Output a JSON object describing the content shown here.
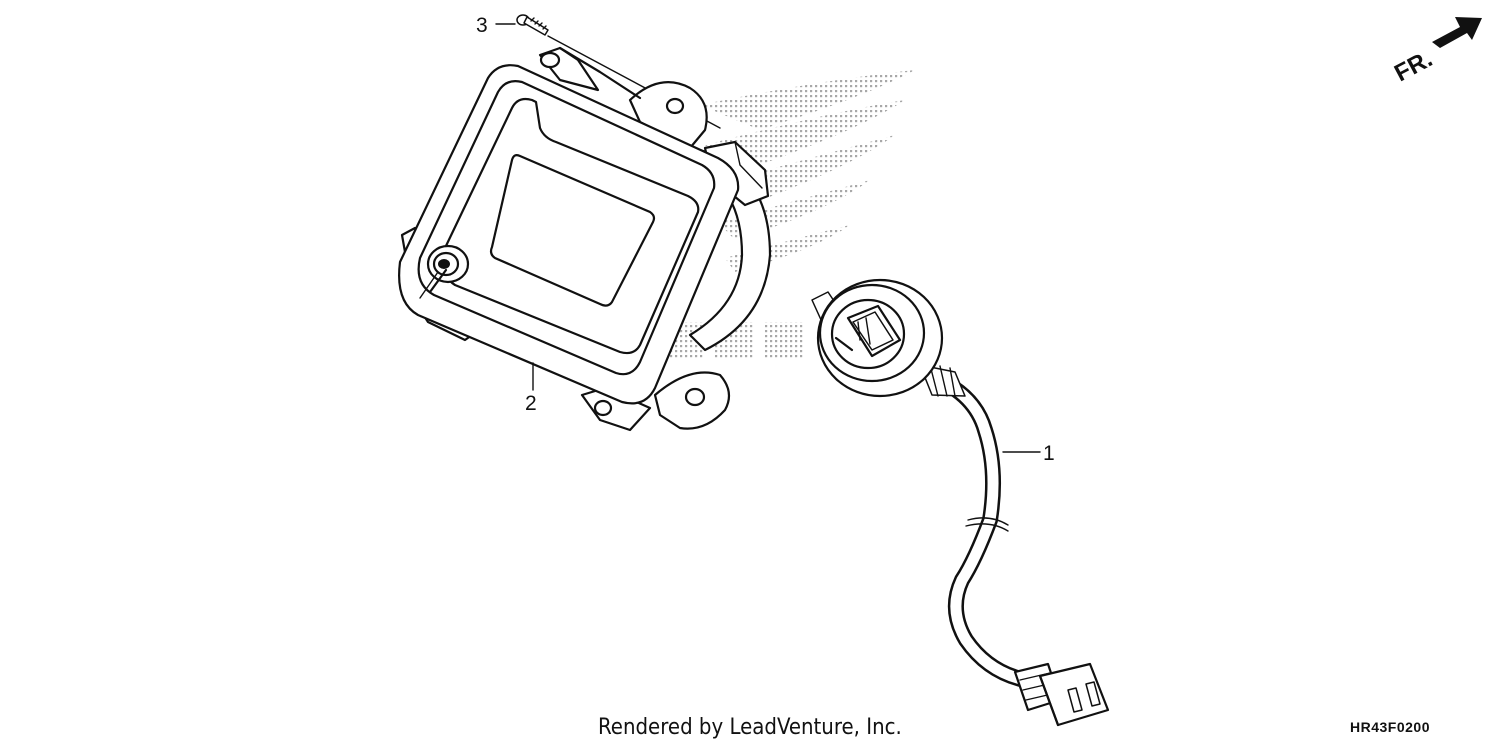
{
  "callouts": {
    "part_1": "1",
    "part_2": "2",
    "part_3": "3"
  },
  "orientation": {
    "front_label": "FR."
  },
  "footer": {
    "credit": "Rendered by LeadVenture, Inc.",
    "diagram_code": "HR43F0200"
  },
  "icons": {
    "watermark": "honda-wing-logo-watermark",
    "direction": "front-arrow-icon"
  },
  "colors": {
    "line": "#111111",
    "background": "#ffffff",
    "watermark": "#b8b8b8"
  }
}
